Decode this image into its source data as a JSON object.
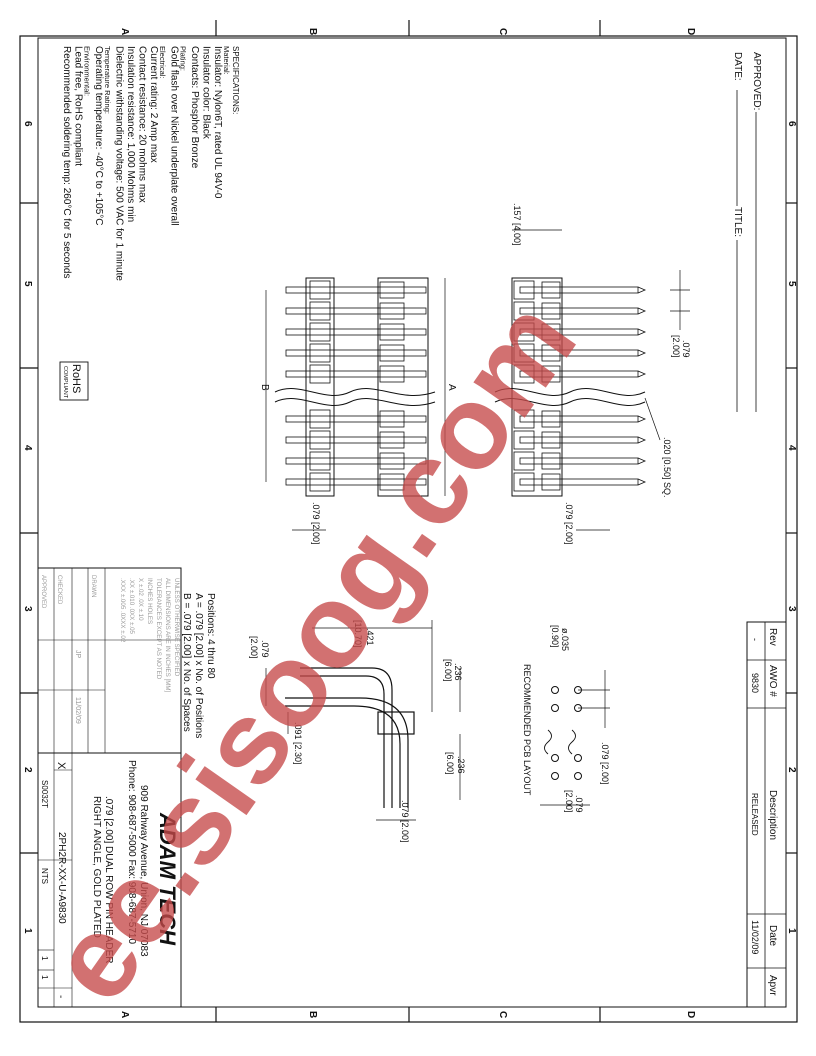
{
  "border": {
    "zones_col": [
      "A",
      "B",
      "C",
      "D"
    ],
    "zones_row": [
      "6",
      "5",
      "4",
      "3",
      "2",
      "1"
    ]
  },
  "approval": {
    "approved_label": "APPROVED:",
    "date_label": "DATE:",
    "title_label": "TITLE:"
  },
  "specs": {
    "heading": "SPECIFICATIONS:",
    "lines": [
      {
        "text": "Material:",
        "small": true
      },
      {
        "text": "Insulator: Nylon6T, rated UL 94V-0",
        "small": false
      },
      {
        "text": "Insulator color: Black",
        "small": false
      },
      {
        "text": "Contacts: Phosphor Bronze",
        "small": false
      },
      {
        "text": "Plating:",
        "small": true
      },
      {
        "text": "Gold flash over Nickel underplate overall",
        "small": false
      },
      {
        "text": "Electrical:",
        "small": true
      },
      {
        "text": "Current rating: 2 Amp max",
        "small": false
      },
      {
        "text": "Contact resistance: 20 mohms max",
        "small": false
      },
      {
        "text": "Insulation resistance: 1,000 Mohms min",
        "small": false
      },
      {
        "text": "Dielectric withstanding voltage: 500 VAC for 1 minute",
        "small": false
      },
      {
        "text": "Temperature Rating:",
        "small": true
      },
      {
        "text": "Operating temperature: -40°C to +105°C",
        "small": false
      },
      {
        "text": "Environmental:",
        "small": true
      },
      {
        "text": "Lead free, RoHS compliant",
        "small": false
      },
      {
        "text": "Recommended soldering temp: 260°C for 5 seconds",
        "small": false
      }
    ]
  },
  "rohs": {
    "line1": "RoHS",
    "line2": "COMPLIANT"
  },
  "dims": {
    "d157": ".157 [4.00]",
    "d079_pitch": ".079",
    "d079_pitch_mm": "[2.00]",
    "d020": ".020 [0.50] SQ.",
    "d079_top": ".079 [2.00]",
    "d079_bot": ".079 [2.00]",
    "label_a": "A",
    "label_b": "B",
    "d421": ".421",
    "d421_mm": "[10.70]",
    "d079_side": ".079",
    "d079_side_mm": "[2.00]",
    "d236a": ".236",
    "d236a_mm": "[6.00]",
    "d236b": ".236",
    "d236b_mm": "[6.00]",
    "d091": ".091 [2.30]",
    "d079_side_bot": ".079 [2.00]",
    "d035": "ø.035",
    "d035_mm": "[0.90]",
    "pcb_079a": ".079 [2.00]",
    "pcb_079b": ".079",
    "pcb_079b_mm": "[2.00]",
    "pcb_label": "RECOMMENDED PCB LAYOUT"
  },
  "positions": {
    "line1": "Positions: 4 thru 80",
    "line2": "A = .079 [2.00] x No. of Positions",
    "line3": "B = .079 [2.00] x No. of Spaces"
  },
  "revision": {
    "headers": [
      "Rev",
      "AWO #",
      "Description",
      "Date",
      "Apvr"
    ],
    "row": [
      "-",
      "9830",
      "RELEASED",
      "11/02/09",
      ""
    ]
  },
  "company": {
    "name": "ADAM TECH",
    "address": "909 Rahway Avenue, Union, NJ 07083",
    "phone": "Phone: 908-687-5000 Fax: 908-687-5710",
    "title1": ".079 [2.00] DUAL ROW PIN HEADER",
    "title2": "RIGHT ANGLE, GOLD PLATED",
    "part_no": "2PH2R-XX-U-A9830",
    "size": "X",
    "dwg": "S0032T",
    "scale": "NTS",
    "rev": "-",
    "sheet": "1",
    "of": "1"
  },
  "tolerance_block": {
    "lines": [
      "UNLESS OTHERWISE SPECIFIED",
      "ALL DIMENSIONS ARE IN INCHES [MM]",
      "TOLERANCES EXCEPT AS NOTED",
      "INCHES          HOLES",
      "X  ±.02   .0X  ±.10",
      ".XX ±.010  .0XX ±.05",
      ".XXX ±.005  .0XXX ±.02"
    ],
    "drawn": "DRAWN",
    "checked": "CHECKED",
    "approved": "APPROVED",
    "drawn_by": "JP",
    "date": "11/02/09"
  },
  "watermark": "ee.sisoog.com"
}
